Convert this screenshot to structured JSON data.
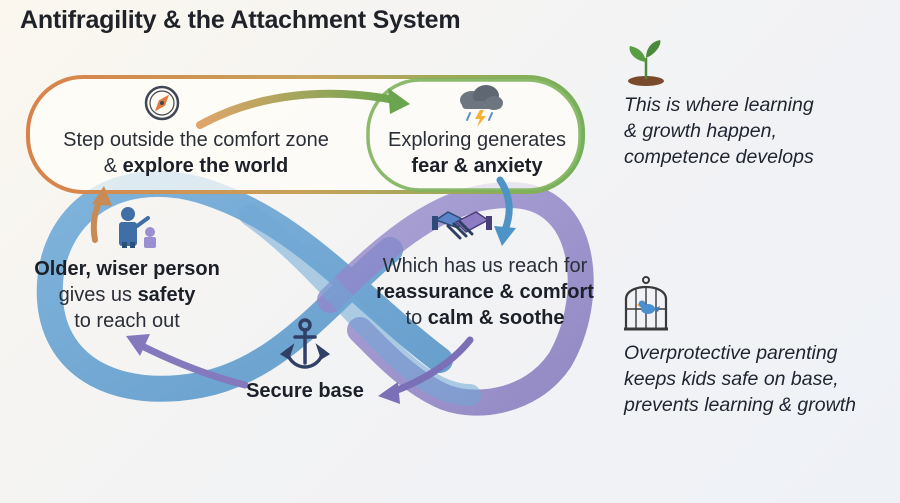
{
  "title": "Antifragility & the Attachment System",
  "nodes": {
    "explore": {
      "line1": "Step outside the comfort zone",
      "line2_prefix": "& ",
      "line2_bold": "explore the world"
    },
    "fear": {
      "line1": "Exploring generates",
      "line2_bold": "fear & anxiety"
    },
    "reassurance": {
      "line1": "Which has us reach for",
      "line2_bold": "reassurance & comfort",
      "line3_prefix": "to ",
      "line3_bold": "calm & soothe"
    },
    "secure_base": {
      "label": "Secure base"
    },
    "safety": {
      "line1_bold": "Older, wiser person",
      "line2_prefix": "gives us ",
      "line2_bold": "safety",
      "line3": "to reach out"
    }
  },
  "side_notes": {
    "learning": {
      "line1": "This is where learning",
      "line2": "& growth happen,",
      "line3": "competence develops"
    },
    "overprotective": {
      "line1": "Overprotective parenting",
      "line2": "keeps kids safe on base,",
      "line3": "prevents learning & growth"
    }
  },
  "icons": {
    "explore": "compass-icon",
    "fear": "storm-cloud-icon",
    "reassurance": "handshake-icon",
    "secure_base": "anchor-icon",
    "safety": "adult-child-icon",
    "learning": "sprout-icon",
    "overprotective": "birdcage-icon"
  },
  "colors": {
    "blue_loop": "#5b9bd0",
    "purple_loop": "#8c7fc4",
    "orange_stroke": "#d98a4a",
    "green_stroke": "#79b25a",
    "arrow_teal": "#4e93c6"
  }
}
